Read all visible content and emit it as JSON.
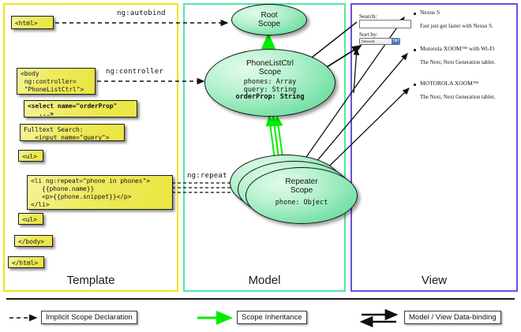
{
  "diagram": {
    "title": "AngularJS Template / Model / View data-binding diagram"
  },
  "panels": {
    "template": {
      "label": "Template",
      "border_color": "#f2e514"
    },
    "model": {
      "label": "Model",
      "border_color": "#4ee8a6"
    },
    "view": {
      "label": "View",
      "border_color": "#6b4ee8"
    }
  },
  "template_code_boxes": [
    {
      "id": "html-open",
      "text": "<html>"
    },
    {
      "id": "body-open",
      "text": "<body\n ng:controller=\n \"PhoneListCtrl\">"
    },
    {
      "id": "select",
      "text": "<select name=\"orderProp\"\n   ...>"
    },
    {
      "id": "fulltext",
      "text": "Fulltext Search:\n   <input name=\"query\">"
    },
    {
      "id": "ul-open",
      "text": "<ul>"
    },
    {
      "id": "li-repeat",
      "text": "<li ng:repeat=\"phone in phones\">\n   {{phone.name}}\n   <p>{{phone.snippet}}</p>\n</li>"
    },
    {
      "id": "ul-close",
      "text": "<ul>"
    },
    {
      "id": "body-close",
      "text": "</body>"
    },
    {
      "id": "html-close",
      "text": "</html>"
    }
  ],
  "connector_labels": [
    {
      "id": "ng-autobind",
      "text": "ng:autobind"
    },
    {
      "id": "ng-controller",
      "text": "ng:controller"
    },
    {
      "id": "ng-repeat",
      "text": "ng:repeat"
    }
  ],
  "model_scopes": [
    {
      "id": "root-scope",
      "title": "Root\nScope",
      "title_lines": [
        "Root",
        "Scope"
      ],
      "properties": []
    },
    {
      "id": "phonelistctrl-scope",
      "title_lines": [
        "PhoneListCtrl",
        "Scope"
      ],
      "properties": [
        {
          "text": "phones: Array",
          "bold": false
        },
        {
          "text": "query: String",
          "bold": false
        },
        {
          "text": "orderProp: String",
          "bold": true
        }
      ]
    },
    {
      "id": "repeater-scope",
      "title_lines": [
        "Repeater",
        "Scope"
      ],
      "properties": [
        {
          "text": "phone: Object",
          "bold": false
        }
      ]
    }
  ],
  "view": {
    "search_label": "Search:",
    "search_value": "",
    "sort_label": "Sort by:",
    "sort_selected": "Newest",
    "phones": [
      {
        "name": "Nexus S",
        "snippet": "Fast just got faster with Nexus S."
      },
      {
        "name": "Motorola XOOM™  with Wi-Fi",
        "snippet": "The Next, Next Generation tablet."
      },
      {
        "name": "MOTOROLA XOOM™",
        "snippet": "The Next, Next Generation tablet."
      }
    ]
  },
  "legend": [
    {
      "id": "implicit-scope-declaration",
      "label": "Implicit Scope Declaration",
      "style": "dashed-black-arrow"
    },
    {
      "id": "scope-inheritance",
      "label": "Scope Inheritance",
      "style": "solid-green-arrow"
    },
    {
      "id": "model-view-data-binding",
      "label": "Model / View Data-binding",
      "style": "double-black-arrow"
    }
  ],
  "colors": {
    "code_box_fill": "#eeea5e",
    "scope_fill": "#7fe3ac",
    "inheritance_arrow": "#00ee00",
    "outline": "#111111"
  }
}
